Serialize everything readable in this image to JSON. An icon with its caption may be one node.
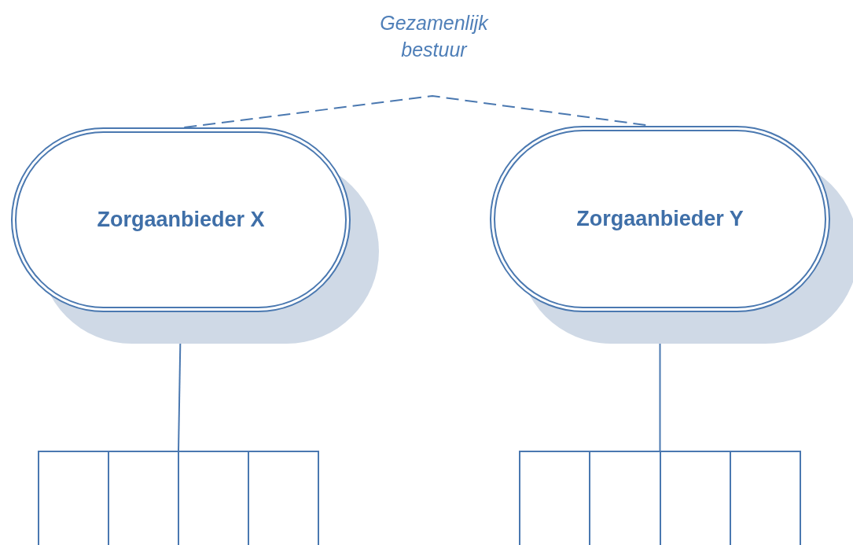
{
  "diagram": {
    "nodes": [
      {
        "text": [
          "Zorgaanbieder X"
        ]
      },
      {
        "text": [
          "Zorgaanbieder Y"
        ]
      },
      {
        "text": [],
        "shape": "box"
      },
      {
        "text": [],
        "shape": "box",
        "in": 2
      },
      {
        "text": [],
        "shape": "box",
        "in": 2
      },
      {
        "text": [],
        "shape": "box",
        "in": 2
      },
      {
        "text": [],
        "shape": "box",
        "in": 2
      },
      {
        "text": [],
        "shape": "box"
      },
      {
        "text": [],
        "shape": "box",
        "in": 7
      },
      {
        "text": [],
        "shape": "box",
        "in": 7
      },
      {
        "text": [],
        "shape": "box",
        "in": 7
      },
      {
        "text": [],
        "shape": "box",
        "in": 7
      }
    ],
    "edges": [
      {
        "from": 0,
        "to": 1,
        "arrow": "none",
        "style": "dashed",
        "label": "Gezamenlijk bestuur"
      },
      {
        "from": 0,
        "to": 2,
        "arrow": "none"
      },
      {
        "from": 1,
        "to": 7,
        "arrow": "none"
      }
    ]
  }
}
